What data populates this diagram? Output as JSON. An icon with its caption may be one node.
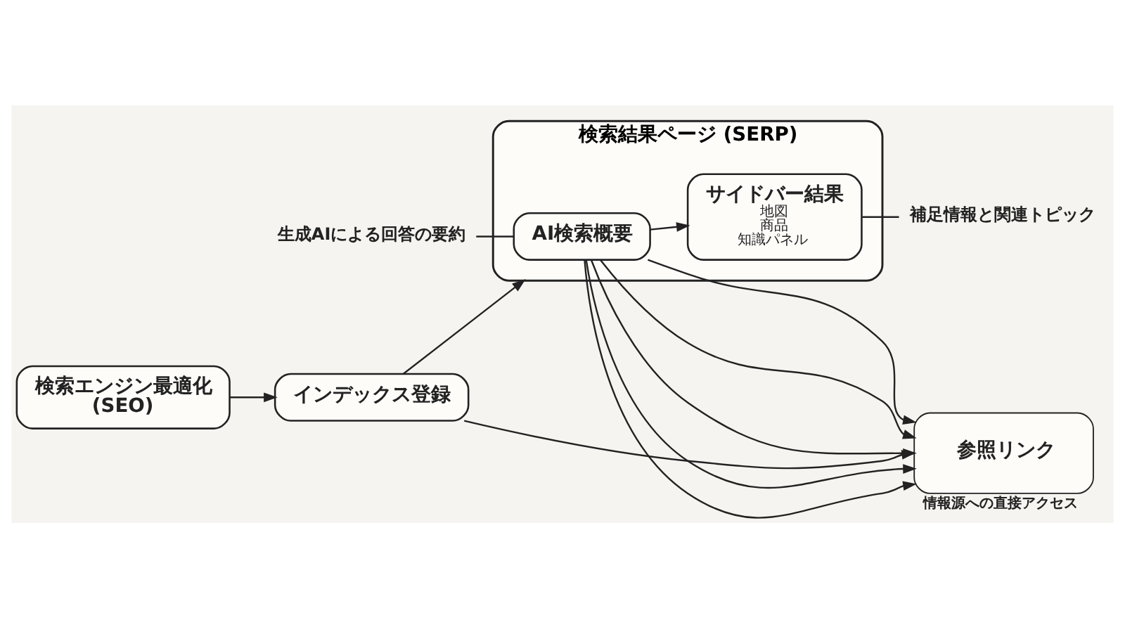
{
  "diagram": {
    "nodes": [
      {
        "text": [
          "検索エンジン最適化 (SEO)"
        ]
      },
      {
        "text": [
          "インデックス登録"
        ]
      },
      {
        "text": [
          "検索結果ページ (SERP)"
        ]
      },
      {
        "text": [
          "生成AIによる回答の要約"
        ]
      },
      {
        "text": [
          "AI検索概要"
        ],
        "in": 2
      },
      {
        "text": [
          "サイドバー結果",
          "地図",
          "商品",
          "知識パネル"
        ],
        "in": 2
      },
      {
        "text": [
          "補足情報と関連トピック"
        ]
      },
      {
        "text": [
          "参照リンク"
        ],
        "beside": [
          "情報源への直接アクセス"
        ]
      }
    ],
    "edges": [
      {
        "from": 0,
        "to": 1,
        "arrow": "to"
      },
      {
        "from": 1,
        "to": 2,
        "arrow": "to"
      },
      {
        "from": 1,
        "to": 7,
        "arrow": "to"
      },
      {
        "from": 3,
        "to": 4,
        "arrow": "none"
      },
      {
        "from": 4,
        "to": 5,
        "arrow": "to"
      },
      {
        "from": 5,
        "to": 6,
        "arrow": "none"
      },
      {
        "from": 4,
        "to": 7,
        "arrow": "to"
      },
      {
        "from": 4,
        "to": 7,
        "arrow": "to"
      },
      {
        "from": 4,
        "to": 7,
        "arrow": "to"
      },
      {
        "from": 4,
        "to": 7,
        "arrow": "to"
      },
      {
        "from": 4,
        "to": 7,
        "arrow": "to"
      }
    ]
  }
}
